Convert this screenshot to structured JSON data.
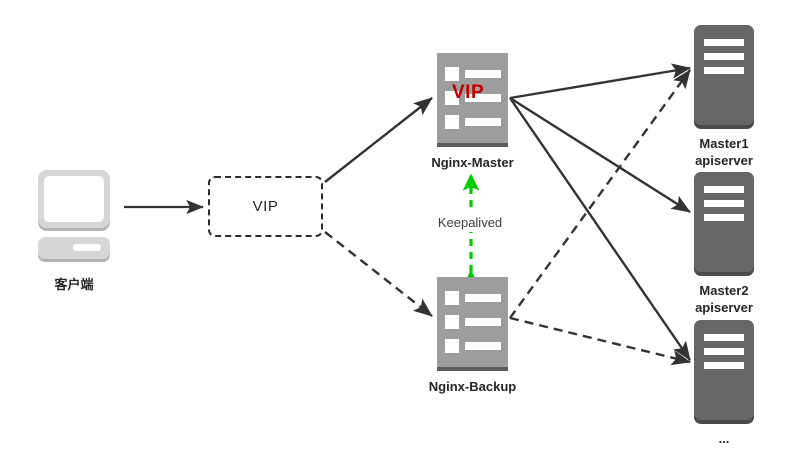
{
  "diagram": {
    "title": "Nginx + Keepalived high availability for Kubernetes apiservers",
    "colors": {
      "solid_edge": "#333333",
      "dashed_edge": "#333333",
      "keepalived_edge": "#00cc00",
      "vip_tag": "#c00000",
      "nginx_body": "#9d9d9d",
      "master_body": "#666666",
      "client_body": "#d6d6d6"
    }
  },
  "client": {
    "label": "客户端",
    "icon": "desktop-computer-icon"
  },
  "vip_box": {
    "label": "VIP"
  },
  "nginx_master": {
    "label": "Nginx-Master",
    "badge": "VIP",
    "icon": "server-rack-icon"
  },
  "nginx_backup": {
    "label": "Nginx-Backup",
    "icon": "server-rack-icon"
  },
  "keepalived": {
    "label": "Keepalived"
  },
  "masters": [
    {
      "line1": "Master1",
      "line2": "apiserver"
    },
    {
      "line1": "Master2",
      "line2": "apiserver"
    },
    {
      "line1": "...",
      "line2": ""
    }
  ],
  "edges": [
    {
      "from": "客户端",
      "to": "VIP",
      "style": "solid"
    },
    {
      "from": "VIP",
      "to": "Nginx-Master",
      "style": "solid"
    },
    {
      "from": "VIP",
      "to": "Nginx-Backup",
      "style": "dashed"
    },
    {
      "from": "Nginx-Master",
      "to": "Master1 apiserver",
      "style": "solid"
    },
    {
      "from": "Nginx-Master",
      "to": "Master2 apiserver",
      "style": "solid"
    },
    {
      "from": "Nginx-Master",
      "to": "...",
      "style": "solid"
    },
    {
      "from": "Nginx-Backup",
      "to": "Master1 apiserver",
      "style": "dashed"
    },
    {
      "from": "Nginx-Backup",
      "to": "...",
      "style": "dashed"
    },
    {
      "from": "Nginx-Master",
      "to": "Nginx-Backup",
      "style": "dashed-bidirectional-green",
      "label": "Keepalived"
    }
  ]
}
